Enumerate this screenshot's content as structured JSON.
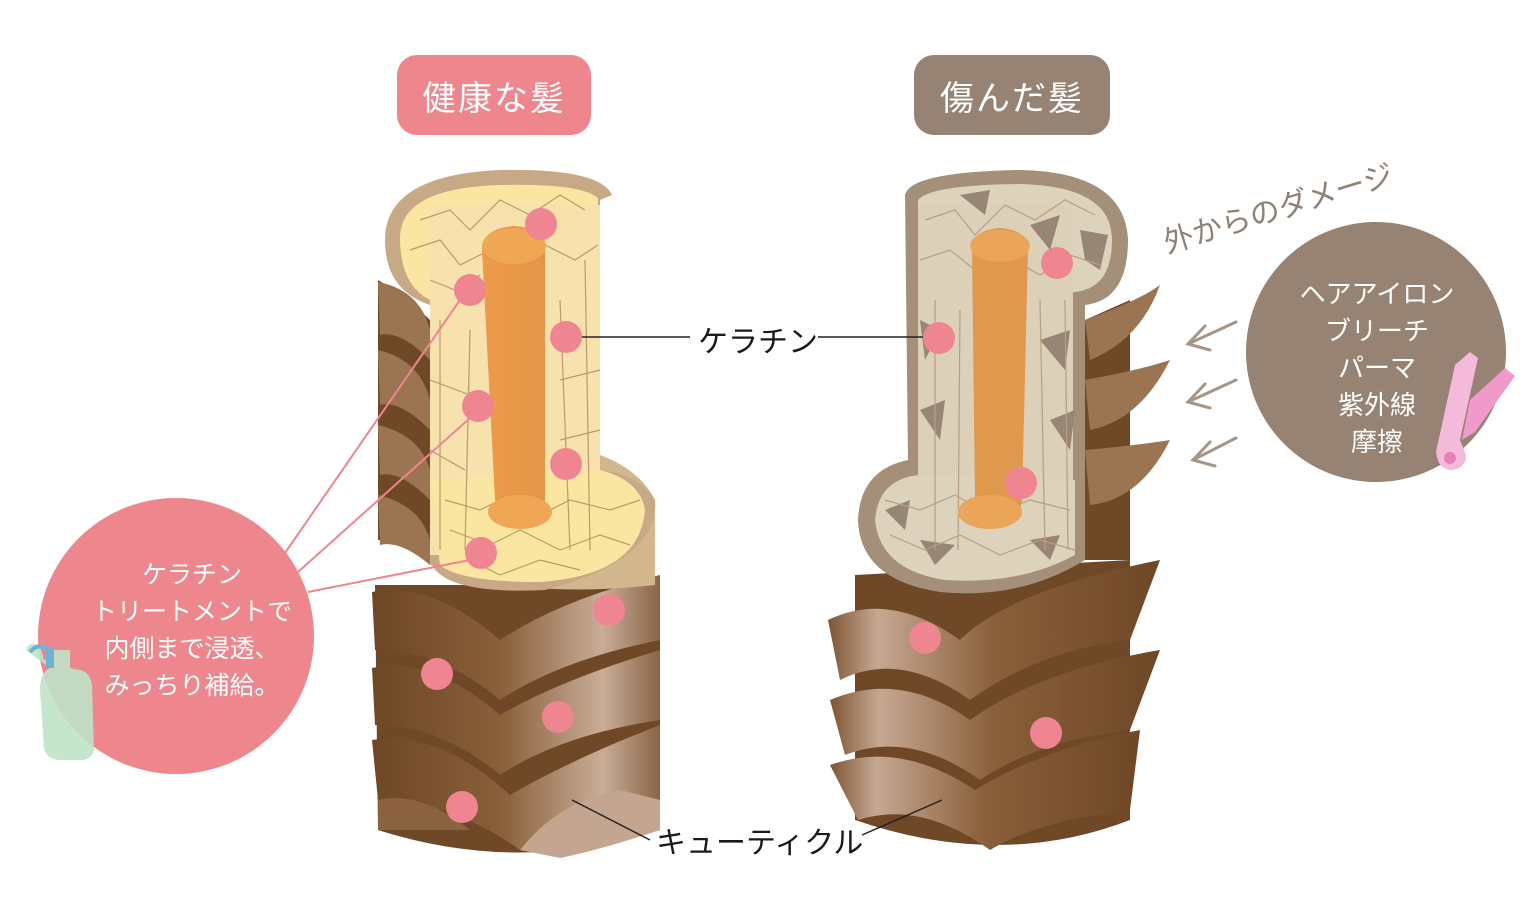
{
  "titles": {
    "healthy": "健康な髪",
    "damaged": "傷んだ髪"
  },
  "labels": {
    "keratin": "ケラチン",
    "cuticle": "キューティクル",
    "external_damage": "外からのダメージ"
  },
  "treatment_callout": {
    "lines": [
      "ケラチン",
      "トリートメントで",
      "内側まで浸透、",
      "みっちり補給。"
    ]
  },
  "damage_causes": {
    "lines": [
      "ヘアアイロン",
      "ブリーチ",
      "パーマ",
      "紫外線",
      "摩擦"
    ]
  },
  "colors": {
    "healthy_pill": "#ee868e",
    "damaged_pill": "#968373",
    "cuticle_dark": "#7a5431",
    "cuticle_light": "#c7ab95",
    "cortex_healthy": "#fbe8a9",
    "cortex_damaged": "#ddd2bb",
    "medulla": "#e99a4f",
    "keratin_dot": "#ee8590",
    "callout_bg": "#ee868e",
    "causes_bg": "#968373",
    "arrow": "#a59687"
  },
  "icons": {
    "treatment_bottle": "spray-bottle-icon",
    "hair_iron": "hair-iron-icon"
  }
}
